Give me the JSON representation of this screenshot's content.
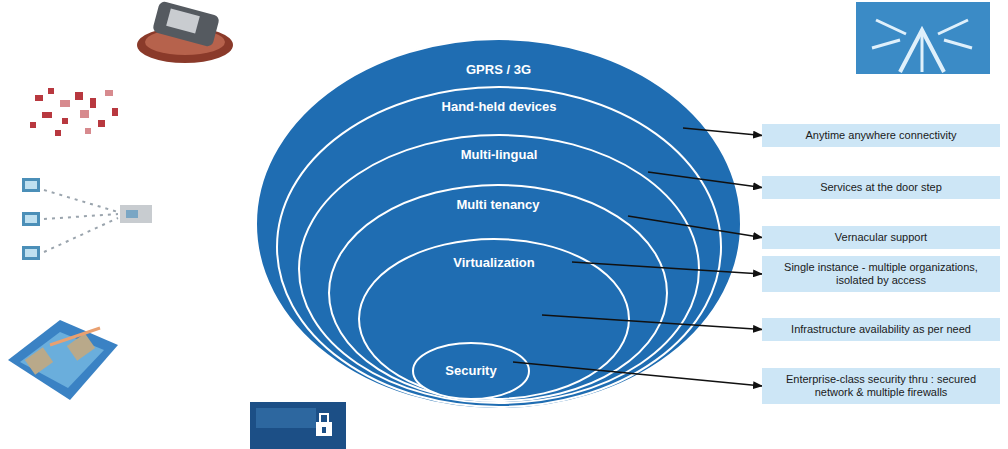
{
  "diagram": {
    "nodes": [
      {
        "text": [
          "GPRS / 3G"
        ]
      },
      {
        "text": [
          "Hand-held devices"
        ],
        "in": 0
      },
      {
        "text": [
          "Multi-lingual"
        ],
        "in": 1
      },
      {
        "text": [
          "Multi tenancy"
        ],
        "in": 2
      },
      {
        "text": [
          "Virtualization"
        ],
        "in": 3
      },
      {
        "text": [
          "Security"
        ],
        "in": 4
      },
      {
        "text": [
          "Anytime anywhere connectivity"
        ]
      },
      {
        "text": [
          "Services at the door step"
        ]
      },
      {
        "text": [
          "Vernacular support"
        ]
      },
      {
        "text": [
          "Single instance - multiple organizations, isolated by access"
        ]
      },
      {
        "text": [
          "Infrastructure availability as per need"
        ]
      },
      {
        "text": [
          "Enterprise-class security thru : secured network & multiple firewalls"
        ]
      }
    ],
    "edges": [
      {
        "from": 0,
        "to": 6,
        "arrow": "to"
      },
      {
        "from": 1,
        "to": 7,
        "arrow": "to"
      },
      {
        "from": 2,
        "to": 8,
        "arrow": "to"
      },
      {
        "from": 3,
        "to": 9,
        "arrow": "to"
      },
      {
        "from": 4,
        "to": 10,
        "arrow": "to"
      },
      {
        "from": 5,
        "to": 11,
        "arrow": "to"
      }
    ]
  }
}
